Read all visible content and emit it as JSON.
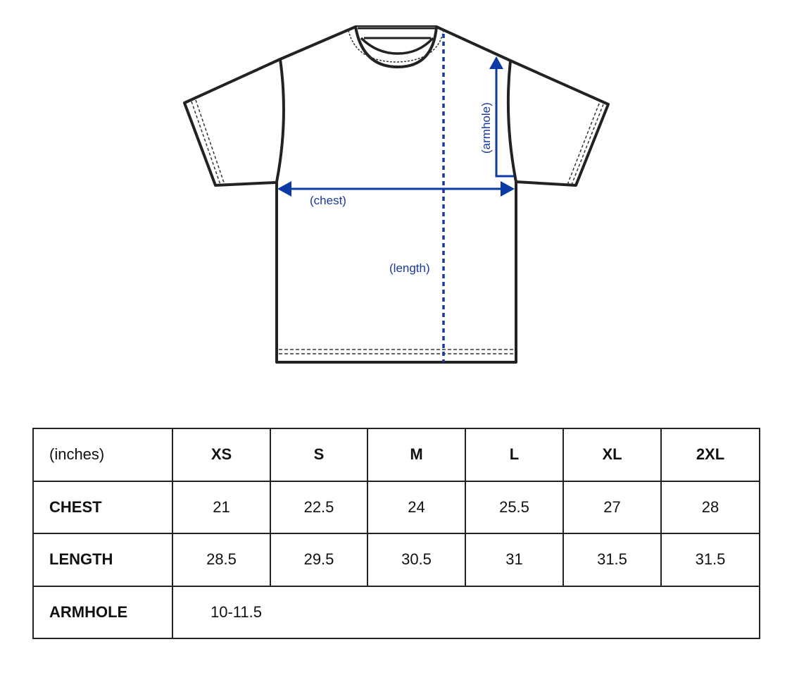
{
  "diagram": {
    "garment": "t-shirt",
    "labels": {
      "chest": "(chest)",
      "length": "(length)",
      "armhole": "(armhole)"
    },
    "colors": {
      "outline": "#222222",
      "measure": "#1a3a9a"
    }
  },
  "table": {
    "unit_label": "(inches)",
    "sizes": [
      "XS",
      "S",
      "M",
      "L",
      "XL",
      "2XL"
    ],
    "rows": [
      {
        "label": "CHEST",
        "values": [
          "21",
          "22.5",
          "24",
          "25.5",
          "27",
          "28"
        ]
      },
      {
        "label": "LENGTH",
        "values": [
          "28.5",
          "29.5",
          "30.5",
          "31",
          "31.5",
          "31.5"
        ]
      },
      {
        "label": "ARMHOLE",
        "value_all": "10-11.5"
      }
    ]
  }
}
